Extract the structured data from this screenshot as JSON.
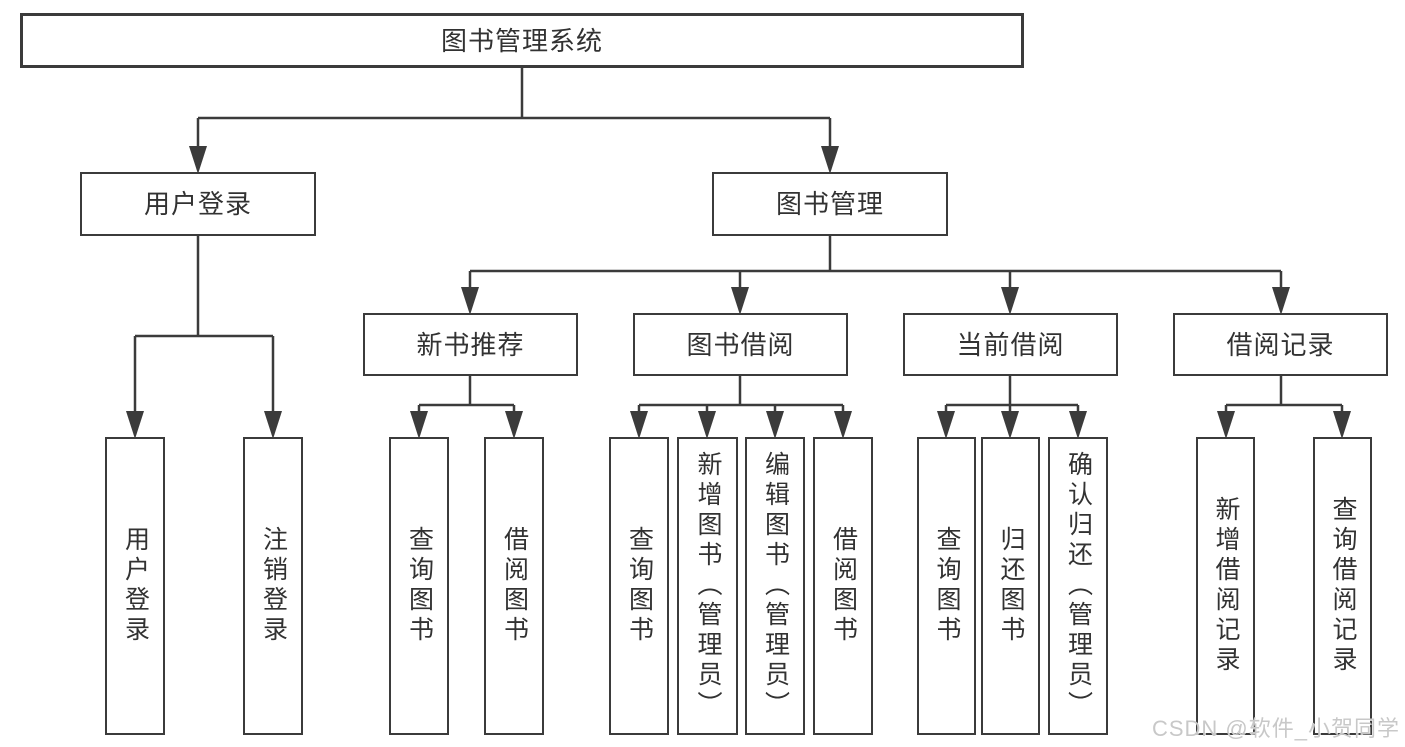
{
  "diagram": {
    "root": "图书管理系统",
    "user_login": {
      "label": "用户登录",
      "children": [
        "用户登录",
        "注销登录"
      ]
    },
    "book_management": {
      "label": "图书管理",
      "groups": [
        {
          "label": "新书推荐",
          "children": [
            "查询图书",
            "借阅图书"
          ]
        },
        {
          "label": "图书借阅",
          "children": [
            "查询图书",
            "新增图书（管理员）",
            "编辑图书（管理员）",
            "借阅图书"
          ]
        },
        {
          "label": "当前借阅",
          "children": [
            "查询图书",
            "归还图书",
            "确认归还（管理员）"
          ]
        },
        {
          "label": "借阅记录",
          "children": [
            "新增借阅记录",
            "查询借阅记录"
          ]
        }
      ]
    }
  },
  "watermark": "CSDN @软件_小贺同学",
  "colors": {
    "line": "#3b3b3b",
    "text": "#323232",
    "background": "#ffffff",
    "watermark": "#c8c8c8"
  }
}
